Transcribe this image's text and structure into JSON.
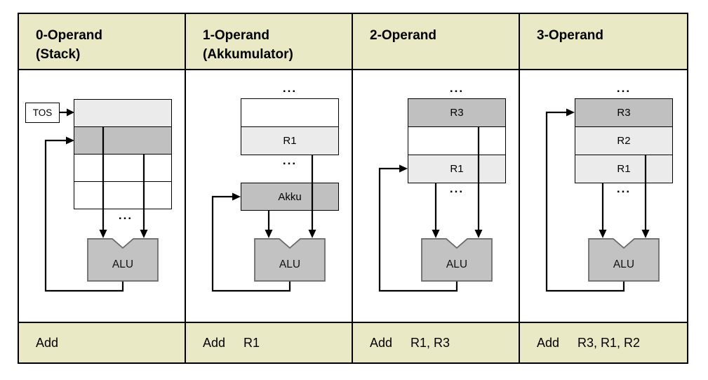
{
  "colors": {
    "header-bg": "#e9e9c6",
    "row-light": "#ebebeb",
    "row-dark": "#c0c0c0",
    "alu-fill": "#c2c2c2",
    "alu-border": "#666666",
    "border": "#000000",
    "line": "#000000"
  },
  "columns": [
    {
      "header_lines": [
        "0-Operand",
        "(Stack)"
      ],
      "tos_label": "TOS",
      "registers": [
        {
          "label": "",
          "tone": "light"
        },
        {
          "label": "",
          "tone": "dark"
        },
        {
          "label": "",
          "tone": "white"
        },
        {
          "label": "",
          "tone": "white"
        }
      ],
      "ellipsis": "...",
      "alu_label": "ALU",
      "instruction": {
        "mnemonic": "Add",
        "operands": ""
      }
    },
    {
      "header_lines": [
        "1-Operand",
        "(Akkumulator)"
      ],
      "registers": [
        {
          "label": "",
          "tone": "white"
        },
        {
          "label": "R1",
          "tone": "light"
        }
      ],
      "akku_label": "Akku",
      "ellipsis": "...",
      "alu_label": "ALU",
      "instruction": {
        "mnemonic": "Add",
        "operands": "R1"
      }
    },
    {
      "header_lines": [
        "2-Operand"
      ],
      "registers": [
        {
          "label": "R3",
          "tone": "dark"
        },
        {
          "label": "",
          "tone": "white"
        },
        {
          "label": "R1",
          "tone": "light"
        }
      ],
      "ellipsis": "...",
      "alu_label": "ALU",
      "instruction": {
        "mnemonic": "Add",
        "operands": "R1, R3"
      }
    },
    {
      "header_lines": [
        "3-Operand"
      ],
      "registers": [
        {
          "label": "R3",
          "tone": "dark"
        },
        {
          "label": "R2",
          "tone": "light"
        },
        {
          "label": "R1",
          "tone": "light"
        }
      ],
      "ellipsis": "...",
      "alu_label": "ALU",
      "instruction": {
        "mnemonic": "Add",
        "operands": "R3, R1, R2"
      }
    }
  ]
}
